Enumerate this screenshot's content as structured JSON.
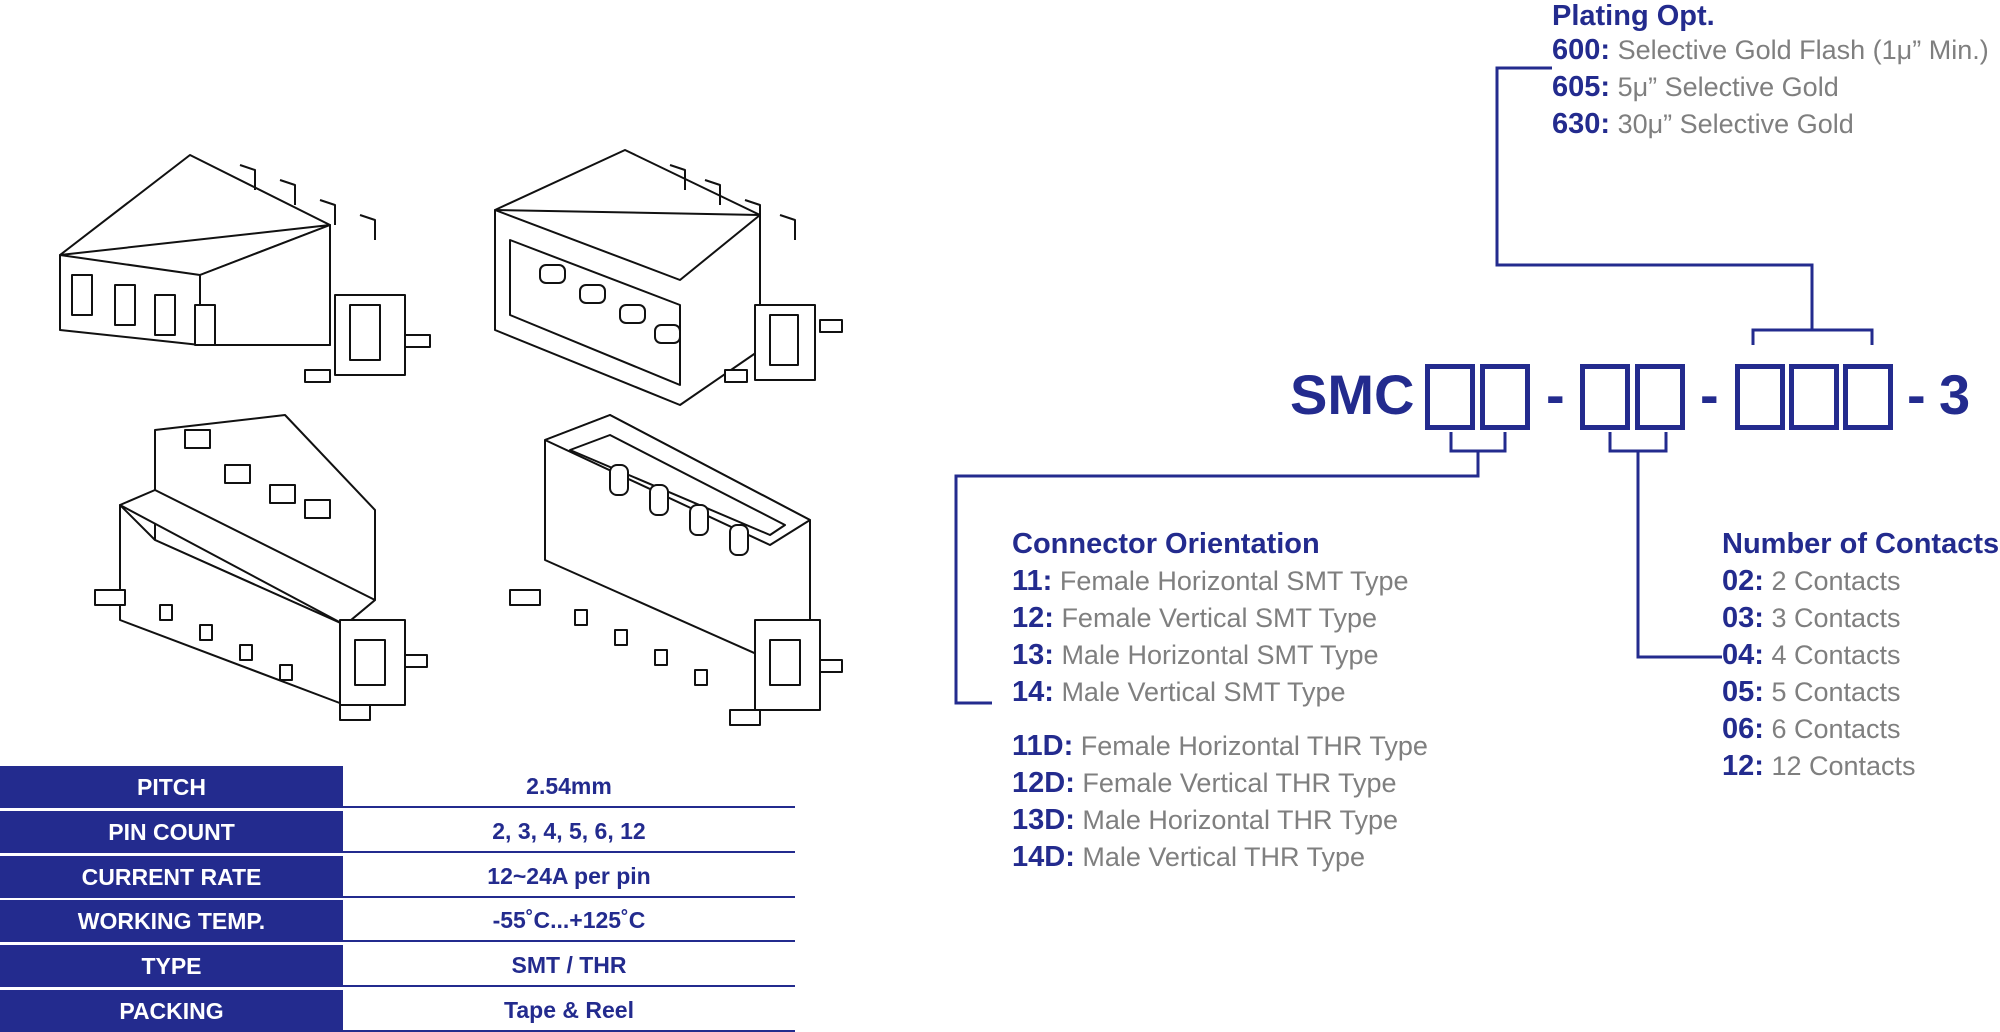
{
  "part_number": {
    "prefix": "SMC",
    "dash1": "-",
    "dash2": "-",
    "dash3": "-",
    "suffix": "3"
  },
  "plating": {
    "title": "Plating Opt.",
    "options": [
      {
        "code": "600:",
        "desc": "Selective Gold Flash (1μ” Min.)"
      },
      {
        "code": "605:",
        "desc": "5μ” Selective Gold"
      },
      {
        "code": "630:",
        "desc": "30μ” Selective Gold"
      }
    ]
  },
  "orientation": {
    "title": "Connector Orientation",
    "smt": [
      {
        "code": "11:",
        "desc": "Female Horizontal SMT Type"
      },
      {
        "code": "12:",
        "desc": "Female Vertical SMT Type"
      },
      {
        "code": "13:",
        "desc": "Male Horizontal SMT Type"
      },
      {
        "code": "14:",
        "desc": "Male Vertical SMT Type"
      }
    ],
    "thr": [
      {
        "code": "11D:",
        "desc": "Female Horizontal THR Type"
      },
      {
        "code": "12D:",
        "desc": "Female Vertical THR Type"
      },
      {
        "code": "13D:",
        "desc": "Male Horizontal THR Type"
      },
      {
        "code": "14D:",
        "desc": "Male Vertical THR Type"
      }
    ]
  },
  "contacts": {
    "title": "Number of Contacts",
    "options": [
      {
        "code": "02:",
        "desc": "2 Contacts"
      },
      {
        "code": "03:",
        "desc": "3 Contacts"
      },
      {
        "code": "04:",
        "desc": "4 Contacts"
      },
      {
        "code": "05:",
        "desc": "5 Contacts"
      },
      {
        "code": "06:",
        "desc": "6 Contacts"
      },
      {
        "code": "12:",
        "desc": "12 Contacts"
      }
    ]
  },
  "specs": [
    {
      "label": "PITCH",
      "value": "2.54mm"
    },
    {
      "label": "PIN COUNT",
      "value": "2, 3, 4, 5, 6, 12"
    },
    {
      "label": "CURRENT RATE",
      "value": "12~24A per pin"
    },
    {
      "label": "WORKING TEMP.",
      "value": "-55˚C...+125˚C"
    },
    {
      "label": "TYPE",
      "value": "SMT / THR"
    },
    {
      "label": "PACKING",
      "value": "Tape & Reel"
    }
  ],
  "colors": {
    "accent": "#232b8e",
    "text_grey": "#7f7f7f",
    "drawing": "#111111"
  }
}
